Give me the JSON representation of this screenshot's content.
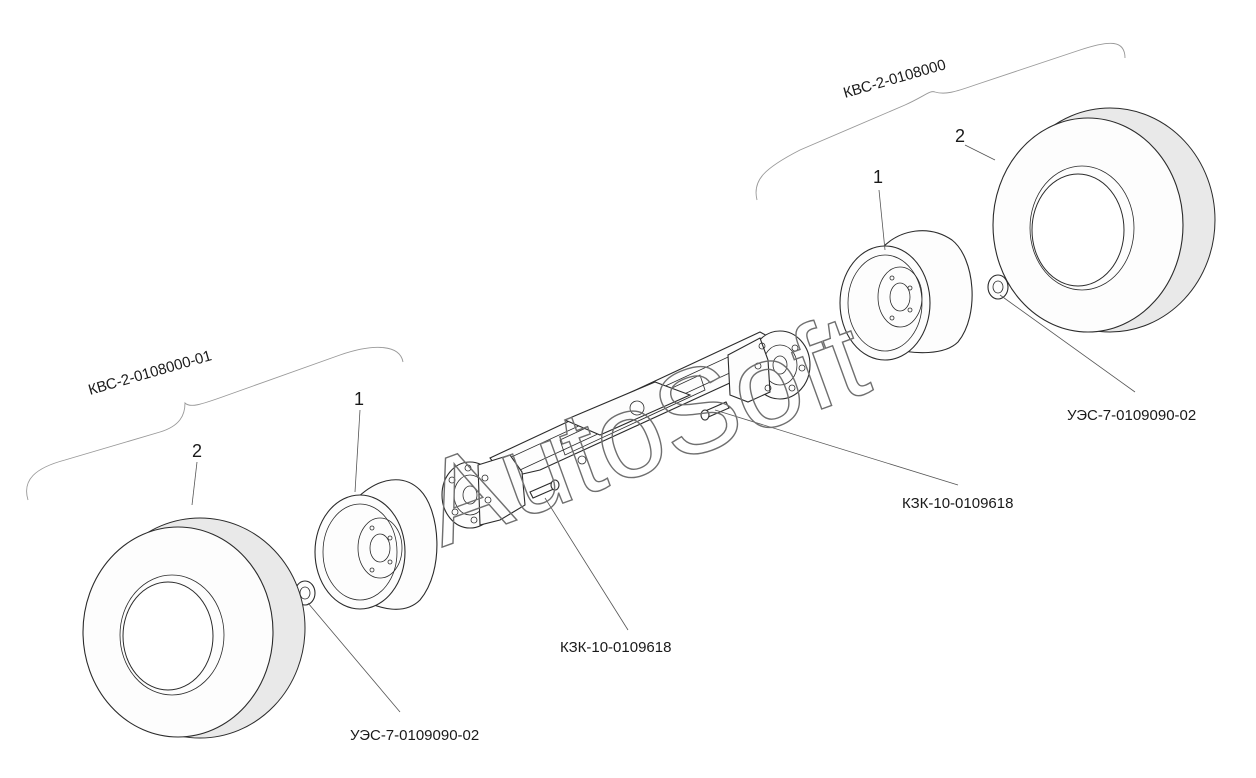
{
  "labels": {
    "assembly_right": "КВС-2-0108000",
    "assembly_left": "КВС-2-0108000-01",
    "part_nut_right": "УЭС-7-0109090-02",
    "part_nut_left": "УЭС-7-0109090-02",
    "part_bolt_right": "КЗК-10-0109618",
    "part_bolt_left": "КЗК-10-0109618",
    "num_rim_right": "1",
    "num_tire_right": "2",
    "num_rim_left": "1",
    "num_tire_left": "2"
  },
  "watermark": "AutoSoft"
}
